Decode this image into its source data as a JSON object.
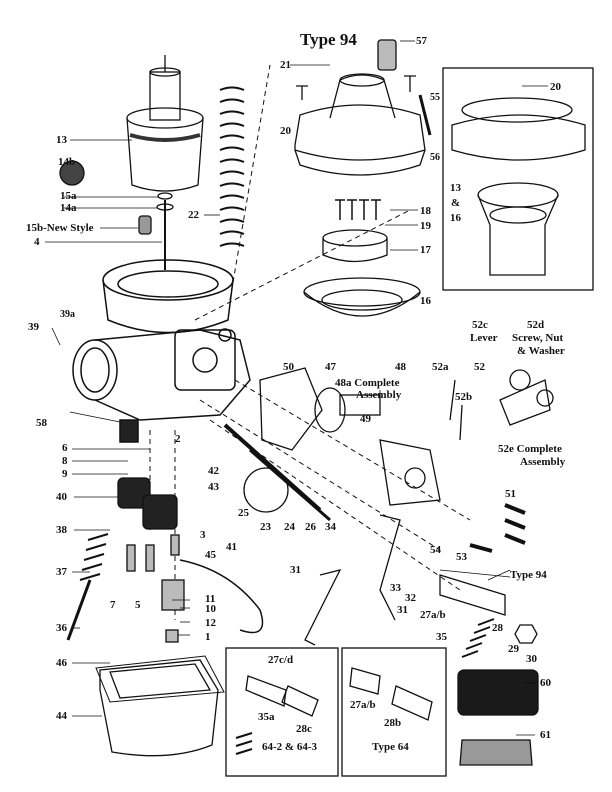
{
  "title": "Type 94",
  "labels": {
    "l57": "57",
    "l21": "21",
    "l20a": "20",
    "l55": "55",
    "l56": "56",
    "l20b": "20",
    "l13": "13",
    "l14b": "14b",
    "l15a": "15a",
    "l14a": "14a",
    "l15b": "15b-New Style",
    "l4": "4",
    "l22": "22",
    "l18": "18",
    "l19": "19",
    "l17": "17",
    "l16a": "16",
    "l13b": "13",
    "lamp": "&",
    "l16b": "16",
    "l39": "39",
    "l39a": "39a",
    "l50": "50",
    "l47": "47",
    "l48a": "48a Complete",
    "l48a2": "Assembly",
    "l48": "48",
    "l49": "49",
    "l52a": "52a",
    "l52": "52",
    "l52b": "52b",
    "l52c": "52c",
    "l52c2": "Lever",
    "l52d": "52d",
    "l52d2": "Screw, Nut",
    "l52d3": "& Washer",
    "l52e": "52e Complete",
    "l52e2": "Assembly",
    "l58": "58",
    "l6": "6",
    "l8": "8",
    "l9": "9",
    "l2": "2",
    "l42": "42",
    "l43": "43",
    "l40": "40",
    "l25": "25",
    "l23": "23",
    "l24": "24",
    "l26": "26",
    "l34": "34",
    "l51": "51",
    "l38": "38",
    "l3": "3",
    "l45": "45",
    "l41": "41",
    "l54": "54",
    "l53": "53",
    "l37": "37",
    "l7": "7",
    "l5": "5",
    "l11": "11",
    "l10": "10",
    "l31a": "31",
    "l33": "33",
    "l32": "32",
    "l31b": "31",
    "l27ab": "27a/b",
    "l94": "Type 94",
    "l36": "36",
    "l12": "12",
    "l1": "1",
    "l35": "35",
    "l28": "28",
    "l29": "29",
    "l30": "30",
    "l46": "46",
    "l44": "44",
    "l27cd": "27c/d",
    "l35a": "35a",
    "l28c": "28c",
    "l64a": "64-2 & 64-3",
    "l27ab2": "27a/b",
    "l28b": "28b",
    "l64": "Type 64",
    "l60": "60",
    "l61": "61"
  }
}
